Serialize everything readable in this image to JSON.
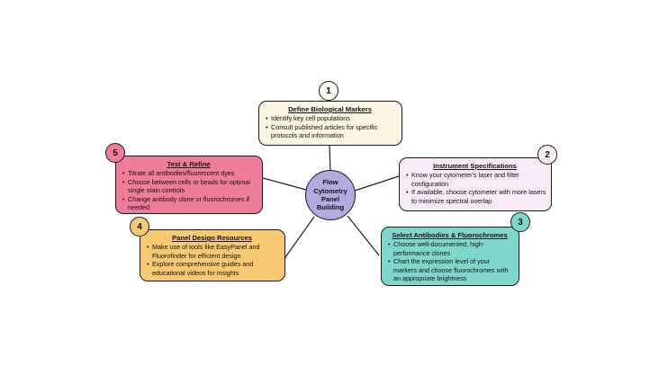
{
  "diagram": {
    "center": {
      "label": "Flow\nCytometry\nPanel\nBuilding",
      "fill": "#b3aae2"
    },
    "colors": {
      "step1_fill": "#fcf5e1",
      "step2_fill": "#f7e9f6",
      "step3_fill": "#7fd7cc",
      "step4_fill": "#f8c873",
      "step5_fill": "#ef7d99",
      "border": "#1b1b1b"
    },
    "nodes": [
      {
        "number": "1",
        "title": "Define Biological Markers",
        "fill": "#fcf5e1",
        "badge_fill": "#fdfaf0",
        "bullets": [
          "Identify key cell populations",
          "Consult published articles for specific protocols and information"
        ]
      },
      {
        "number": "2",
        "title": "Instrument Specifications",
        "fill": "#f7e9f6",
        "badge_fill": "#faf3f9",
        "bullets": [
          "Know your cytometer's laser and filter configuration",
          "If available, choose cytometer with more lasers to minimize spectral overlap"
        ]
      },
      {
        "number": "3",
        "title": "Select Antibodies & Fluorochromes",
        "fill": "#7fd7cc",
        "badge_fill": "#7fd7cc",
        "bullets": [
          "Choose well-documented, high-performance clones",
          "Chart the expression level of your markers and choose fluorochromes with an appropriate brightness"
        ]
      },
      {
        "number": "4",
        "title": "Panel Design Resources",
        "fill": "#f8c873",
        "badge_fill": "#f8c873",
        "bullets": [
          "Make use of tools like EasyPanel and Fluorofinder for efficient design",
          "Explore comprehensive guides and educational videos for insights"
        ]
      },
      {
        "number": "5",
        "title": "Test & Refine",
        "fill": "#ef7d99",
        "badge_fill": "#ef7d99",
        "bullets": [
          "Titrate all antibodies/fluorescent dyes",
          "Choose between cells or beads for optimal single stain controls",
          "Change antibody clone or fluorochromes if needed"
        ]
      }
    ]
  }
}
